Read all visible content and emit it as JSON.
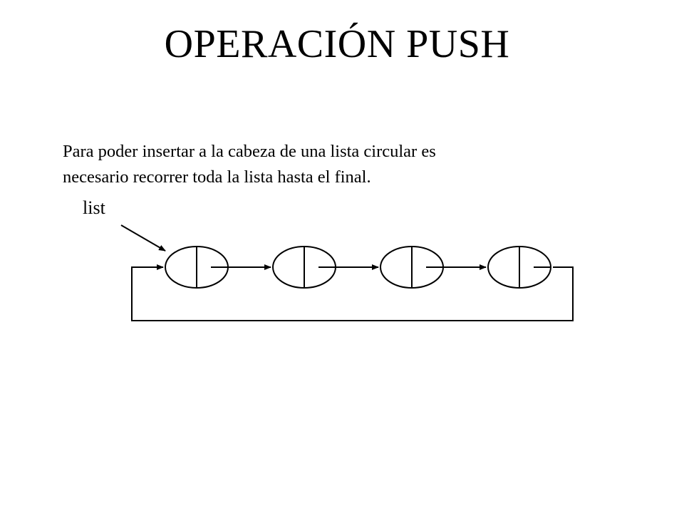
{
  "slide": {
    "title": "OPERACIÓN PUSH",
    "description_lines": [
      "Para poder insertar a la cabeza de una lista circular es",
      "necesario recorrer toda la lista hasta el final."
    ]
  },
  "diagram": {
    "pointer_label": "list",
    "node_count": 4,
    "stroke_color": "#000000"
  }
}
